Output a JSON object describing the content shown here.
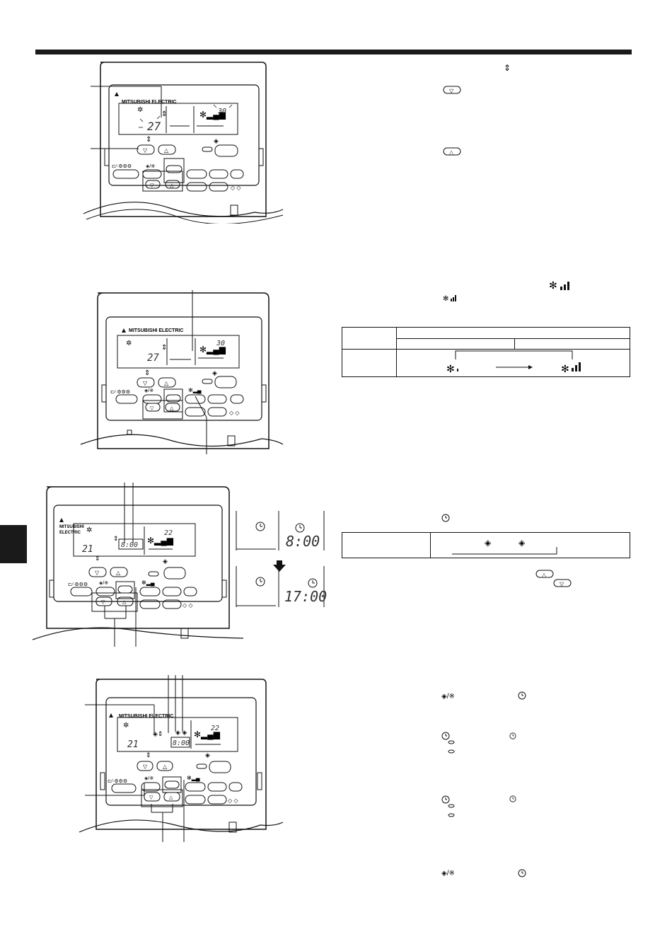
{
  "brand": "MITSUBISHI ELECTRIC",
  "panel1": {
    "set_temp": "27",
    "remote_temp": "30"
  },
  "panel2": {
    "set_temp": "27",
    "remote_temp": "30"
  },
  "panel3": {
    "set_temp": "21",
    "clock": "8:00",
    "remote_temp": "22"
  },
  "panel4": {
    "set_temp": "21",
    "clock": "8:00",
    "remote_temp": "22"
  },
  "timer_examples": {
    "first_time": "8:00",
    "second_time": "17:00"
  },
  "icons": {
    "temperature": "temperature-icon",
    "down": "down-button-icon",
    "up": "up-button-icon",
    "fan": "fan-speed-icon",
    "clock": "clock-icon",
    "onoff_timer": "on-off-timer-icon",
    "arrow_down": "arrow-down-icon"
  }
}
